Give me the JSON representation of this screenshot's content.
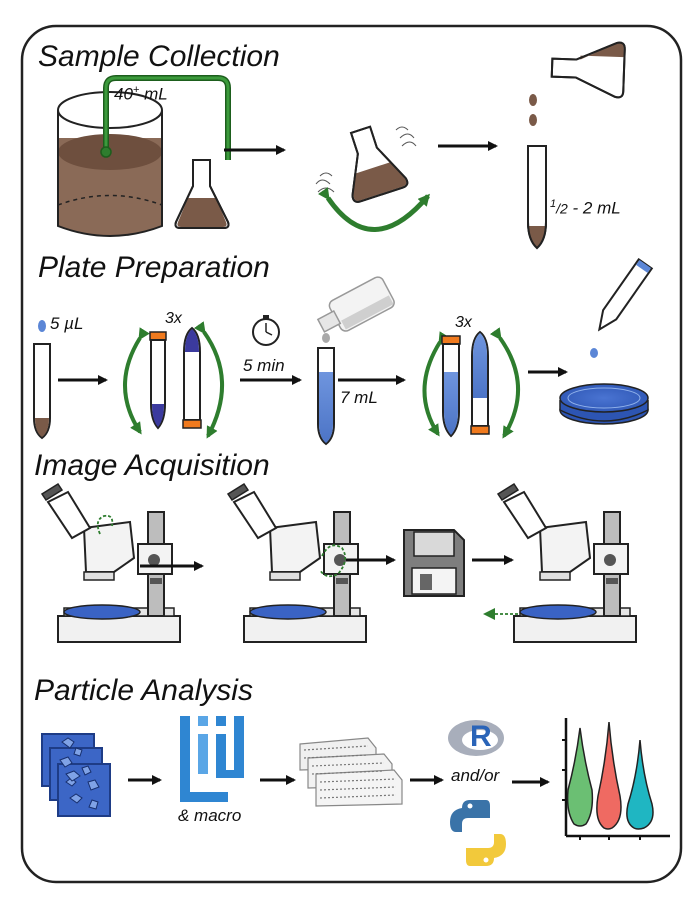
{
  "sections": {
    "sample_collection": {
      "title": "Sample Collection",
      "volume_collected": "40",
      "volume_collected_sup": "+",
      "volume_collected_unit": " mL",
      "aliquot_num": "1",
      "aliquot_den": "/2",
      "aliquot_rest": " - 2 mL"
    },
    "plate_preparation": {
      "title": "Plate Preparation",
      "dye_volume": "5 µL",
      "repeat_1": "3x",
      "incubation": "5 min",
      "fill_volume": "7 mL",
      "repeat_2": "3x"
    },
    "image_acquisition": {
      "title": "Image Acquisition"
    },
    "particle_analysis": {
      "title": "Particle Analysis",
      "fiji_suffix": "& macro",
      "languages_joiner": "and/or",
      "r_logo_letter": "R"
    }
  },
  "colors": {
    "sediment": "#7a5a48",
    "sediment_dark": "#5e4535",
    "green_arrow": "#2e7d2e",
    "blue_liquid": "#5b86d6",
    "plate_blue": "#3a63c4",
    "orange_cap": "#f07a1e",
    "purple_tip": "#3b3a9e",
    "fiji_blue": "#2f86d2",
    "violin_green": "#6bbf73",
    "violin_red": "#ef6a62",
    "violin_teal": "#1fb6c2"
  },
  "icons": [
    "beaker-icon",
    "flask-icon",
    "shaking-flask-icon",
    "pouring-flask-icon",
    "tube-icon",
    "dropper-icon",
    "stopwatch-icon",
    "bottle-icon",
    "petri-dish-icon",
    "microscope-icon",
    "floppy-disk-icon",
    "image-stack-icon",
    "fiji-logo-icon",
    "data-table-icon",
    "r-logo-icon",
    "python-logo-icon",
    "violin-plot-icon"
  ]
}
